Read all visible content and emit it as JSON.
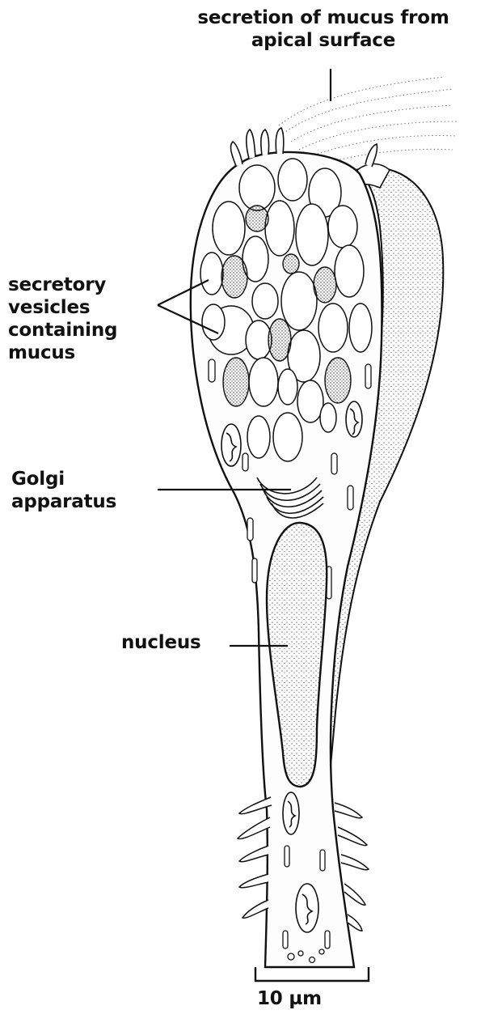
{
  "labels": {
    "secretion": [
      "secretion of mucus from",
      "apical surface"
    ],
    "vesicles": [
      "secretory",
      "vesicles",
      "containing",
      "mucus"
    ],
    "golgi": [
      "Golgi",
      "apparatus"
    ],
    "nucleus": "nucleus",
    "scale_bar": "10 µm"
  }
}
